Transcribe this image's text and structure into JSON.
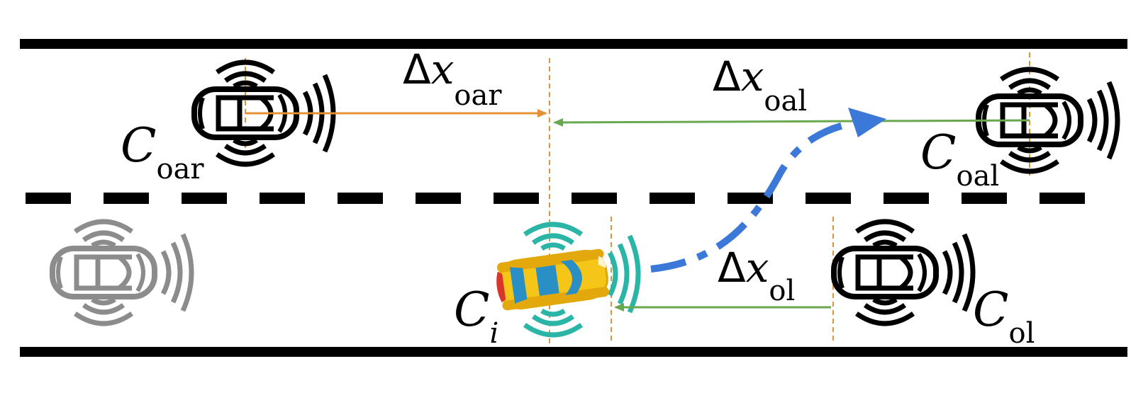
{
  "diagram": {
    "vehicles": {
      "oar": {
        "main": "C",
        "sub": "oar",
        "icon": "car-icon"
      },
      "oal": {
        "main": "C",
        "sub": "oal",
        "icon": "car-icon"
      },
      "ol": {
        "main": "C",
        "sub": "ol",
        "icon": "car-icon"
      },
      "i": {
        "main": "C",
        "sub": "i",
        "icon": "ego-car-icon"
      },
      "ghost": {
        "icon": "faded-car-icon"
      }
    },
    "distances": {
      "oar": {
        "delta": "Δ",
        "var": "x",
        "sub": "oar"
      },
      "oal": {
        "delta": "Δ",
        "var": "x",
        "sub": "oal"
      },
      "ol": {
        "delta": "Δ",
        "var": "x",
        "sub": "ol"
      }
    },
    "colors": {
      "road": "#000000",
      "ghost_car": "#8c8c8c",
      "orange_arrow": "#e69138",
      "green_arrow": "#6aa84f",
      "trajectory": "#3c78d8",
      "signal_ego": "#2bb5a7",
      "ego_body": "#f5c518",
      "ego_glass": "#2a8fc4",
      "ego_light": "#d9352b"
    }
  }
}
